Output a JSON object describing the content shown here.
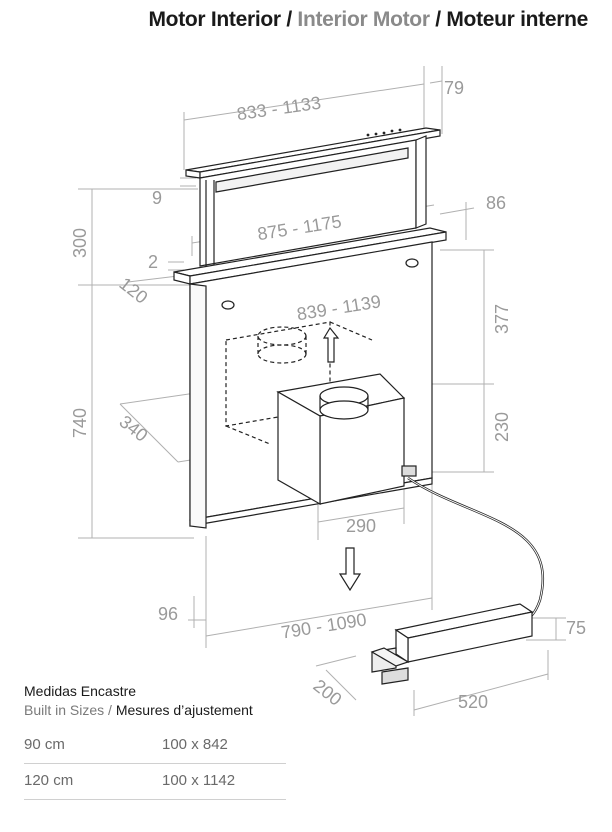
{
  "title": {
    "part1": "Motor Interior",
    "sep1": "/",
    "part2": "Interior Motor",
    "sep2": "/",
    "part3": "Moteur interne"
  },
  "dimensions": {
    "top_width": "833 - 1133",
    "top_depth": "79",
    "lip": "9",
    "inner_width": "875 - 1175",
    "inner_depth": "86",
    "height_top": "300",
    "gap": "2",
    "base_depth": "120",
    "body_width": "839 - 1139",
    "height_right": "377",
    "height_body": "740",
    "motor_depth": "340",
    "motor_height": "230",
    "motor_width": "290",
    "left_offset": "96",
    "bottom_width": "790 - 1090",
    "remote_height": "75",
    "remote_depth": "200",
    "remote_width": "520"
  },
  "sizes_table": {
    "heading": "Medidas Encastre",
    "sub_en": "Built in Sizes",
    "sub_sep": "/",
    "sub_fr": "Mesures d’ajustement",
    "rows": [
      {
        "size": "90 cm",
        "cutout": "100 x 842"
      },
      {
        "size": "120 cm",
        "cutout": "100 x 1142"
      }
    ]
  }
}
